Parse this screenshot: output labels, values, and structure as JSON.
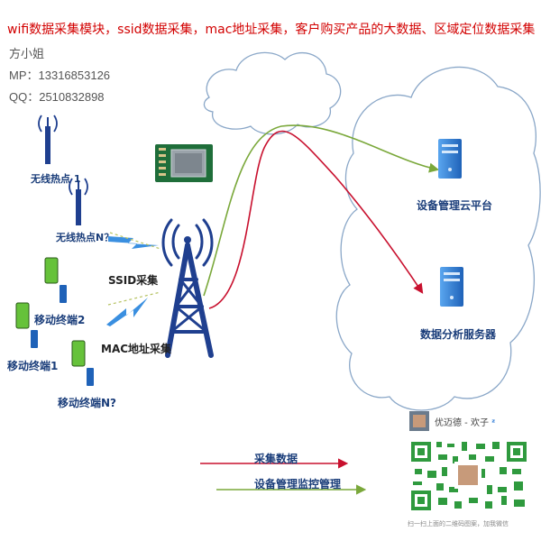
{
  "header": {
    "title": "wifi数据采集模块，ssid数据采集，mac地址采集，客户购买产品的大数据、区域定位数据采集",
    "contact_name": "方小姐",
    "contact_mp": "MP：13316853126",
    "contact_qq": "QQ：2510832898"
  },
  "nodes": {
    "hotspot_1": "无线热点 1",
    "hotspot_n": "无线热点N？",
    "mobile_1": "移动终端1",
    "mobile_2": "移动终端2",
    "mobile_n": "移动终端N?",
    "ssid_collect": "SSID采集",
    "mac_collect": "MAC地址采集",
    "cloud_platform": "设备管理云平台",
    "analysis_server": "数据分析服务器"
  },
  "legend": {
    "collect_data": "采集数据",
    "monitor_manage": "设备管理监控管理"
  },
  "qr": {
    "name": "优迈德 - 欢子",
    "footer": "扫一扫上面的二维码图案，加我微信"
  },
  "colors": {
    "title": "#d20000",
    "label": "#1a3d7a",
    "red_line": "#c8102e",
    "green_line": "#7aa83a",
    "tower": "#1f3f8f",
    "server": "#2f7fd8",
    "phone": "#66c23a",
    "cloud_stroke": "#8aa7c8"
  }
}
